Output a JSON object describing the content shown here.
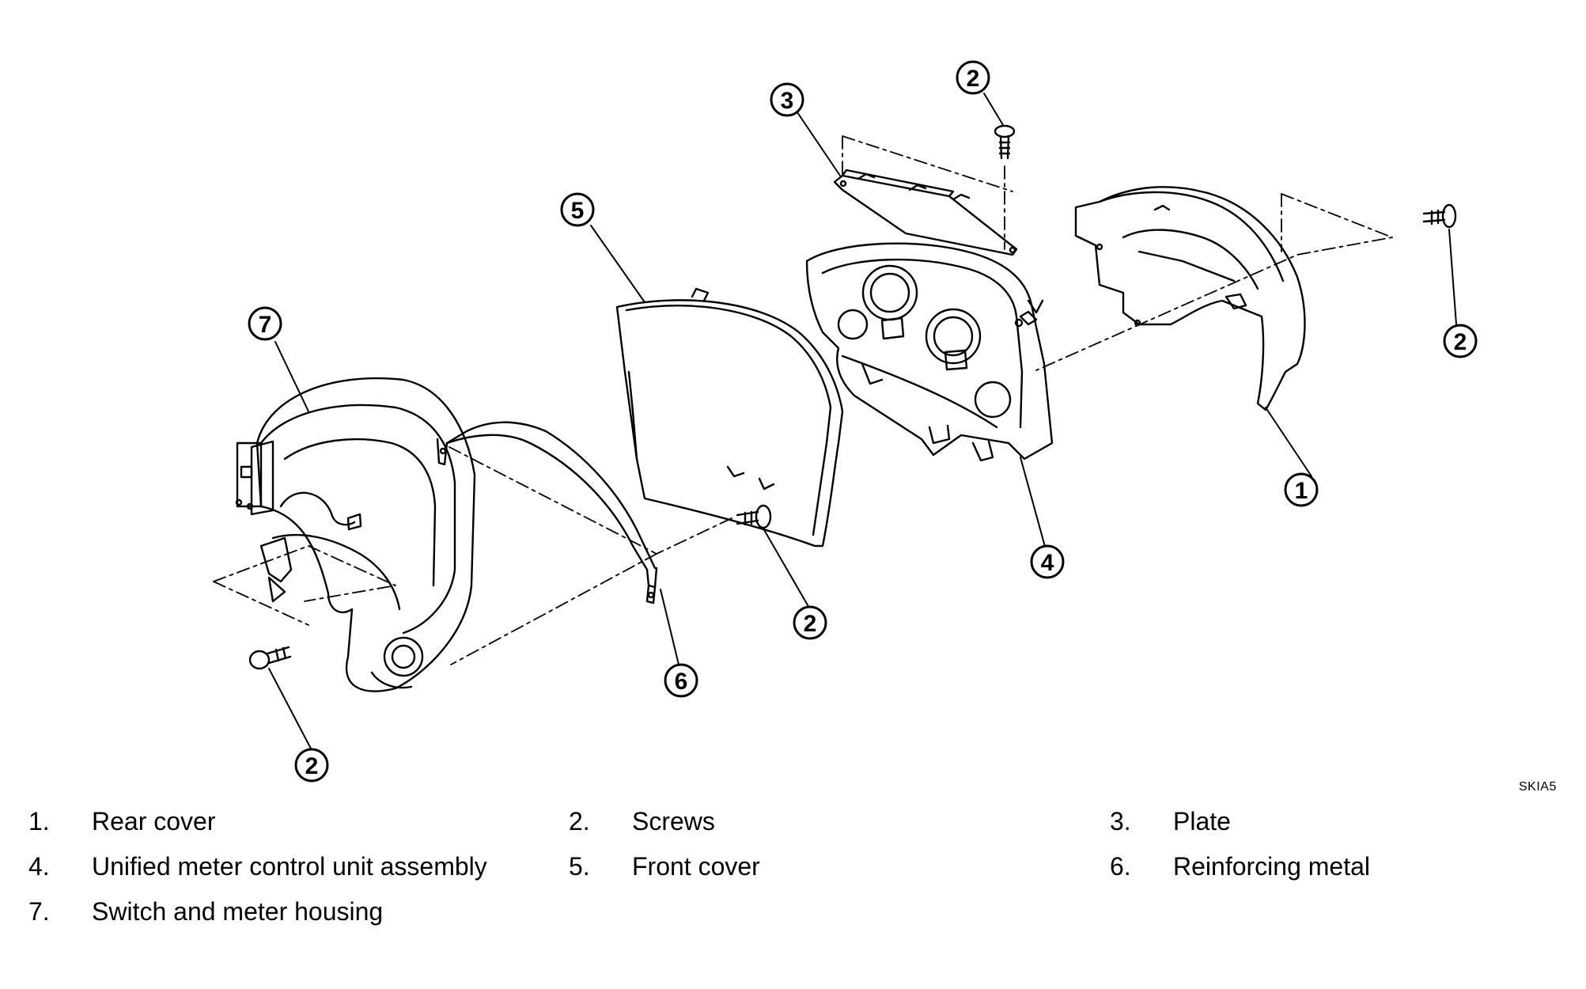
{
  "callouts": [
    "1",
    "2",
    "3",
    "4",
    "5",
    "6",
    "7"
  ],
  "ref_code": "SKIA5",
  "legend": [
    {
      "num": "1.",
      "label": "Rear cover"
    },
    {
      "num": "2.",
      "label": "Screws"
    },
    {
      "num": "3.",
      "label": "Plate"
    },
    {
      "num": "4.",
      "label": "Unified meter control unit assembly"
    },
    {
      "num": "5.",
      "label": "Front cover"
    },
    {
      "num": "6.",
      "label": "Reinforcing metal"
    },
    {
      "num": "7.",
      "label": "Switch and meter housing"
    }
  ]
}
